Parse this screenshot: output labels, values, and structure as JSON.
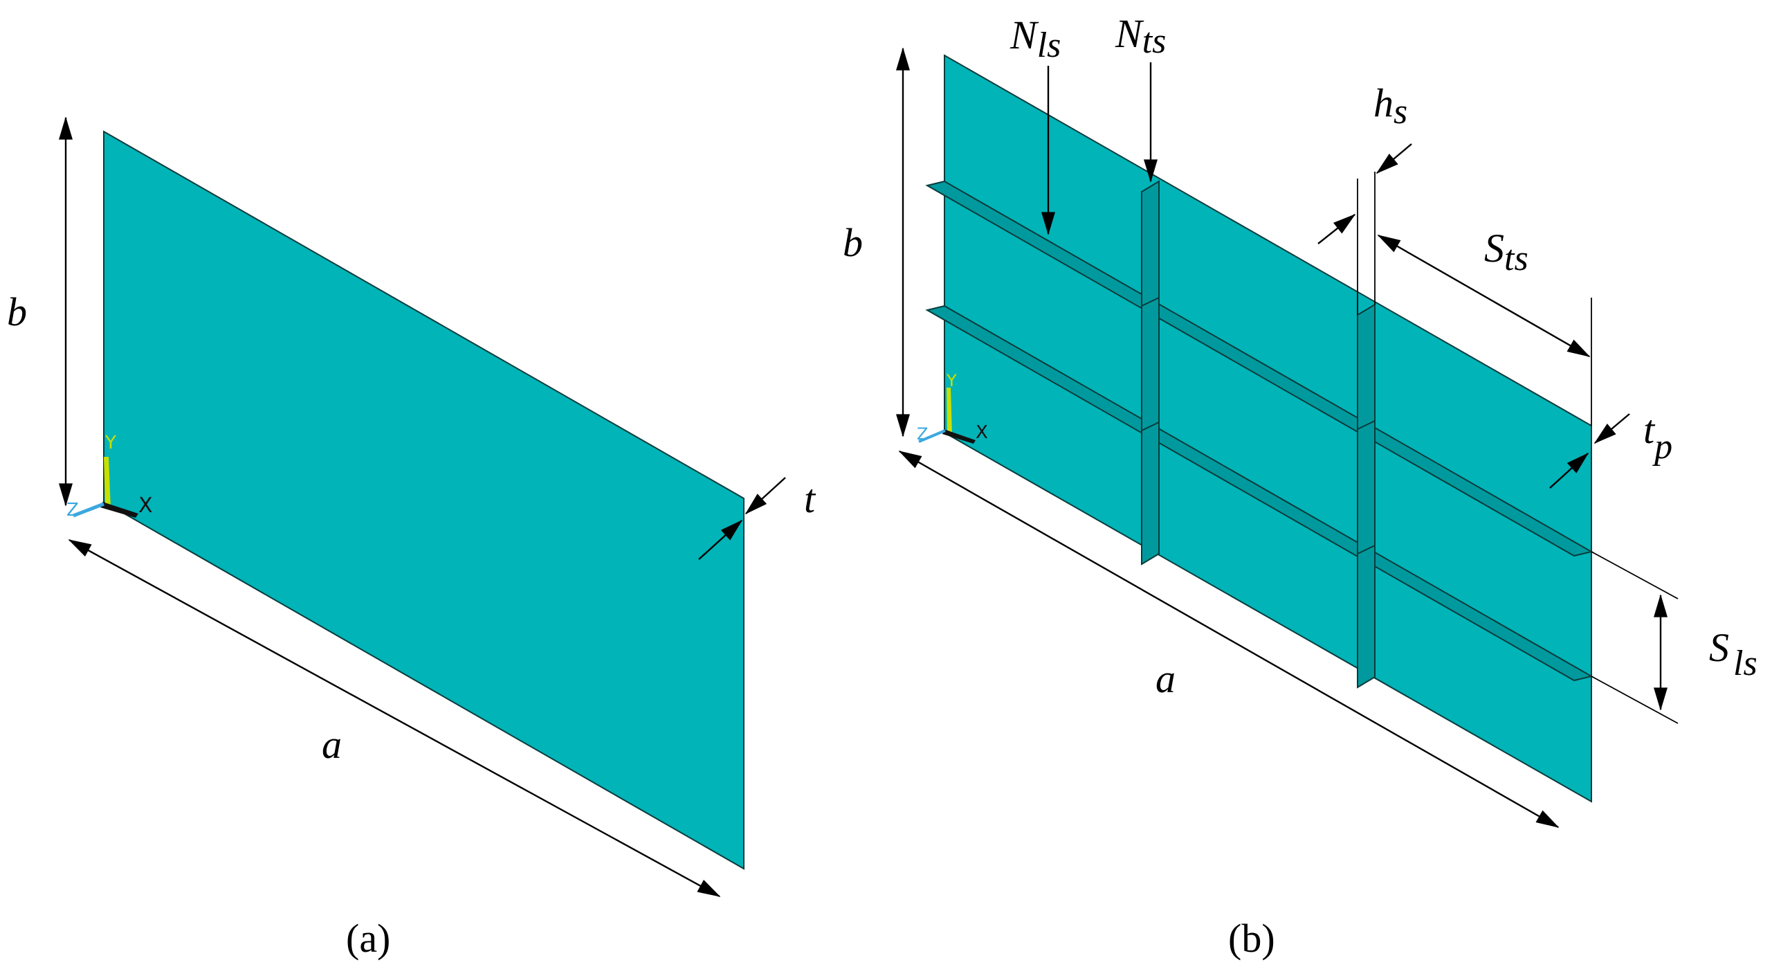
{
  "colors": {
    "plate": "#00B4B8",
    "plate_dark": "#009A9E",
    "edge": "#0B3B3B",
    "axis_y": "#C8E000",
    "axis_z": "#3AA8E0",
    "axis_x": "#111111"
  },
  "panel_a": {
    "caption": "(a)",
    "dims": {
      "a": "a",
      "b": "b",
      "t": "t"
    },
    "axes": {
      "y": "Y",
      "z": "Z",
      "x": "X"
    }
  },
  "panel_b": {
    "caption": "(b)",
    "dims": {
      "a": "a",
      "b": "b",
      "N_ls": {
        "main": "N",
        "sub": "ls"
      },
      "N_ts": {
        "main": "N",
        "sub": "ts"
      },
      "h_s": {
        "main": "h",
        "sub": "s"
      },
      "S_ts": {
        "main": "S",
        "sub": "ts"
      },
      "t_p": {
        "main": "t",
        "sub": "p"
      },
      "S_ls": {
        "main": "S",
        "sub": "ls"
      }
    },
    "axes": {
      "y": "Y",
      "z": "Z",
      "x": "X"
    }
  }
}
